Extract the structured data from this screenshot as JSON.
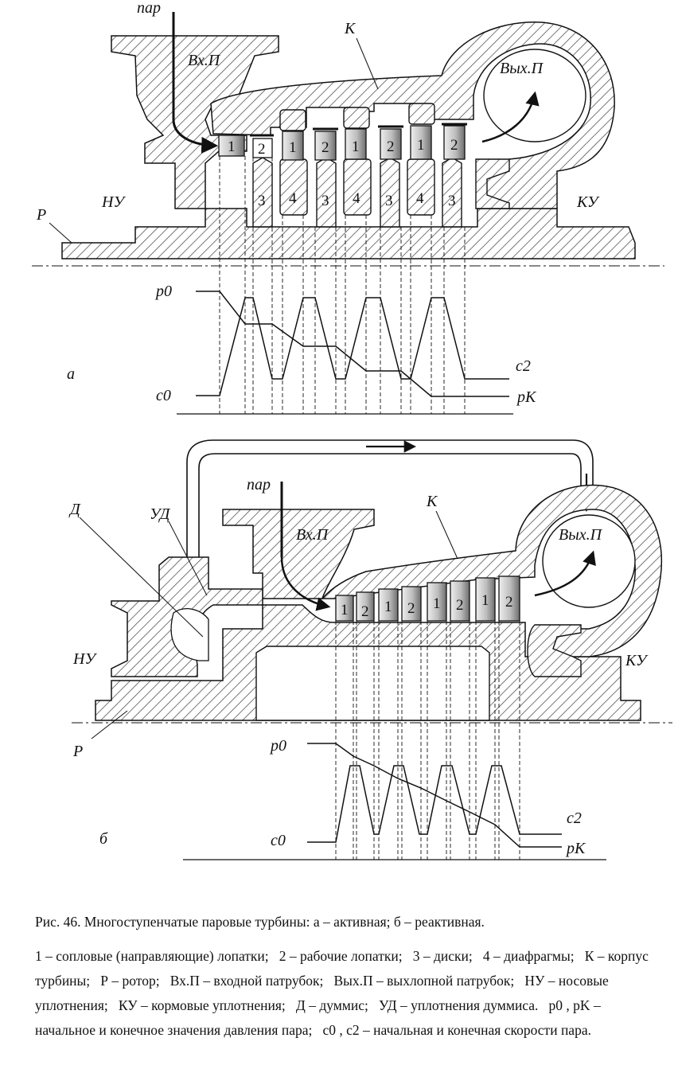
{
  "diagram_a": {
    "steam_label": "пар",
    "inlet_label": "Вх.П",
    "outlet_label": "Вых.П",
    "casing_label": "К",
    "nose_seal_label": "НУ",
    "stern_seal_label": "КУ",
    "rotor_label": "Р",
    "variant_label": "а",
    "p0_label": "p0",
    "pk_label": "pK",
    "c0_label": "c0",
    "c2_label": "c2",
    "blade_labels": [
      "1",
      "2",
      "1",
      "2",
      "1",
      "2",
      "1",
      "2"
    ],
    "disk_label": "3",
    "diaphragm_label": "4"
  },
  "diagram_b": {
    "steam_label": "пар",
    "inlet_label": "Вх.П",
    "outlet_label": "Вых.П",
    "casing_label": "К",
    "nose_seal_label": "НУ",
    "stern_seal_label": "КУ",
    "rotor_label": "Р",
    "dummy_label": "Д",
    "dummy_seal_label": "УД",
    "variant_label": "б",
    "p0_label": "p0",
    "pk_label": "pK",
    "c0_label": "c0",
    "c2_label": "c2",
    "blade_labels": [
      "1",
      "2",
      "1",
      "2",
      "1",
      "2",
      "1",
      "2"
    ]
  },
  "caption": {
    "title": "Рис. 46. Многоступенчатые паровые турбины:  а – активная;   б – реактивная.",
    "legend": "1 – сопловые (направляющие) лопатки;   2 – рабочие лопатки;   3 – диски;   4 – диафрагмы;   К – корпус турбины;   Р – ротор;   Вх.П – входной патрубок;   Вых.П – выхлопной патрубок;   НУ – носовые уплотнения;   КУ – кормовые уплотнения;   Д – думмис;   УД – уплотнения думмиса.   p0 , pK – начальное и конечное значения давления пара;   c0 , c2 – начальная и конечная скорости пара."
  },
  "colors": {
    "line": "#111111",
    "hatch": "#555555",
    "blade_dark": "#6e6e6e",
    "blade_light": "#eeeeee"
  }
}
